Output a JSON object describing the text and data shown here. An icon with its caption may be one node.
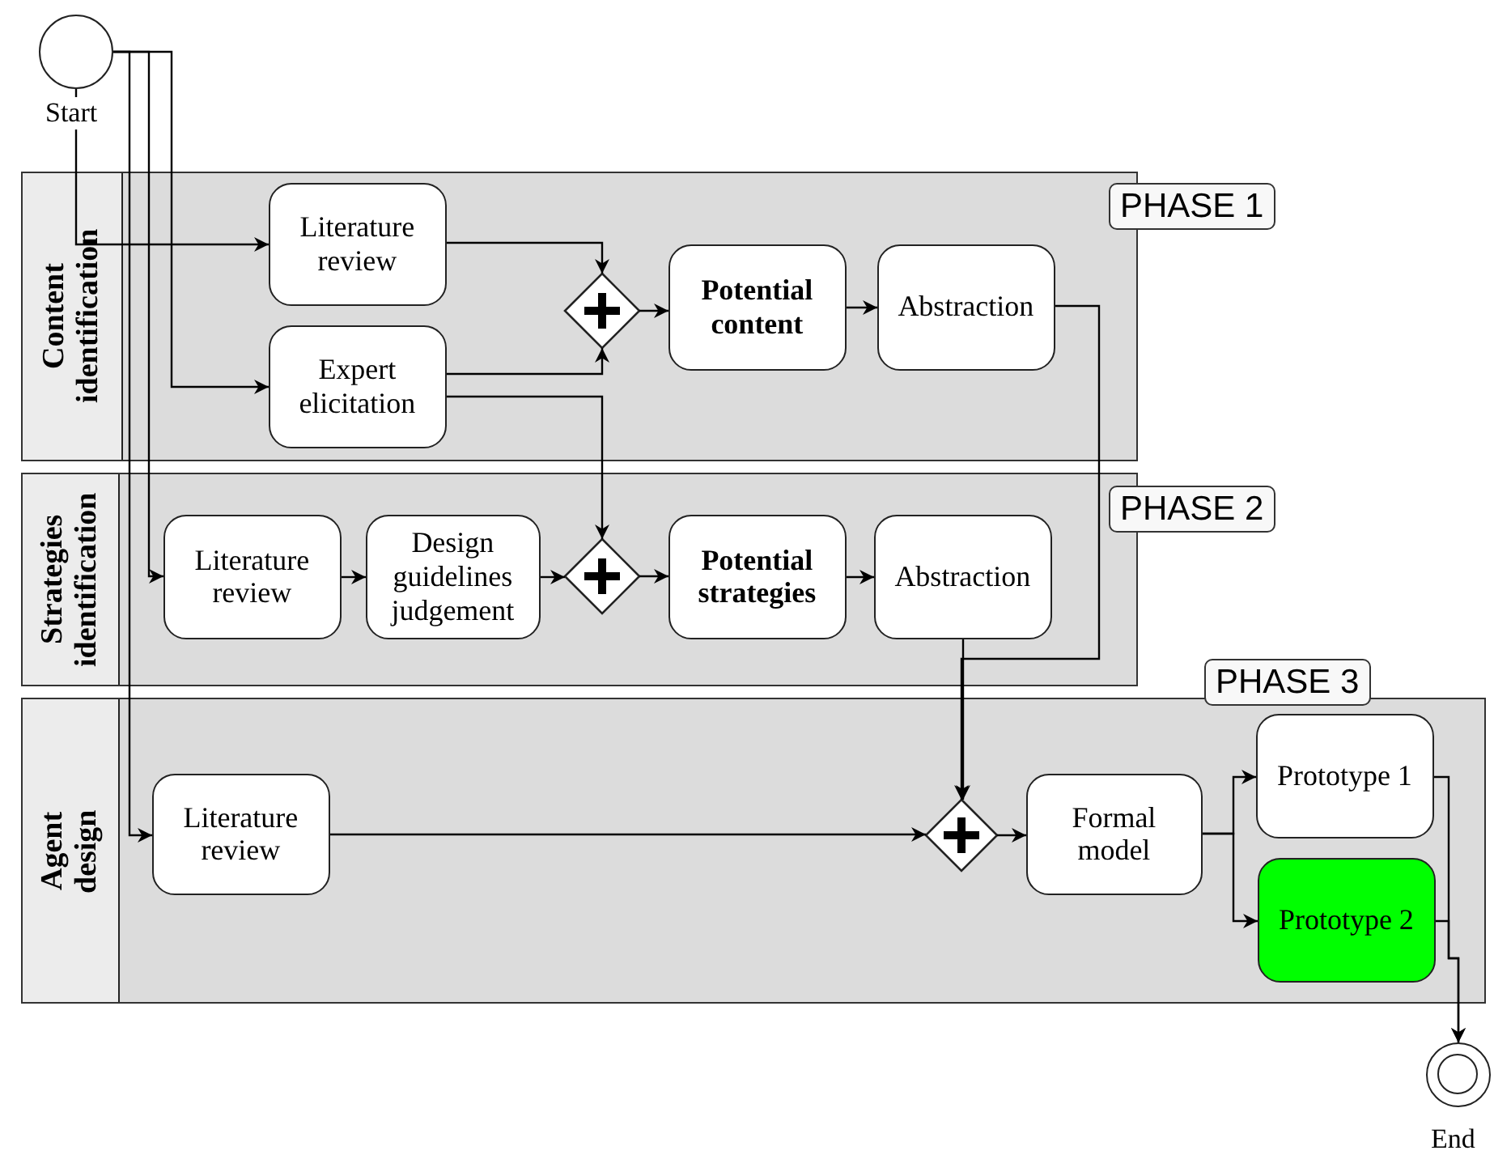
{
  "diagram": {
    "nodes": [
      {
        "text": [],
        "shape": "circle",
        "beside": [
          "Start"
        ]
      },
      {
        "text": [
          "Content identification"
        ],
        "beside": [
          "PHASE 1"
        ]
      },
      {
        "text": [
          "Literature review"
        ],
        "in": 1
      },
      {
        "text": [
          "Expert elicitation"
        ],
        "in": 1
      },
      {
        "text": [],
        "shape": "diamond",
        "in": 1
      },
      {
        "text": [
          "Potential content"
        ],
        "in": 1
      },
      {
        "text": [
          "Abstraction"
        ],
        "in": 1
      },
      {
        "text": [
          "Strategies identification"
        ],
        "beside": [
          "PHASE 2"
        ]
      },
      {
        "text": [
          "Literature review"
        ],
        "in": 7
      },
      {
        "text": [
          "Design guidelines judgement"
        ],
        "in": 7
      },
      {
        "text": [],
        "shape": "diamond",
        "in": 7
      },
      {
        "text": [
          "Potential strategies"
        ],
        "in": 7
      },
      {
        "text": [
          "Abstraction"
        ],
        "in": 7
      },
      {
        "text": [
          "Agent design"
        ],
        "beside": [
          "PHASE 3"
        ]
      },
      {
        "text": [
          "Literature review"
        ],
        "in": 13
      },
      {
        "text": [],
        "shape": "diamond",
        "in": 13
      },
      {
        "text": [
          "Formal model"
        ],
        "in": 13
      },
      {
        "text": [
          "Prototype 1"
        ],
        "in": 13
      },
      {
        "text": [
          "Prototype 2"
        ],
        "in": 13
      },
      {
        "text": [],
        "shape": "ring",
        "beside": [
          "End"
        ]
      }
    ],
    "edges": [
      {
        "from": 0,
        "to": 2,
        "arrow": "to"
      },
      {
        "from": 0,
        "to": 3,
        "arrow": "to"
      },
      {
        "from": 0,
        "to": 8,
        "arrow": "to"
      },
      {
        "from": 0,
        "to": 14,
        "arrow": "to"
      },
      {
        "from": 2,
        "to": 4,
        "arrow": "to"
      },
      {
        "from": 3,
        "to": 4,
        "arrow": "to"
      },
      {
        "from": 3,
        "to": 10,
        "arrow": "to"
      },
      {
        "from": 4,
        "to": 5,
        "arrow": "to"
      },
      {
        "from": 5,
        "to": 6,
        "arrow": "to"
      },
      {
        "from": 6,
        "to": 15,
        "arrow": "to"
      },
      {
        "from": 8,
        "to": 9,
        "arrow": "to"
      },
      {
        "from": 9,
        "to": 10,
        "arrow": "to"
      },
      {
        "from": 10,
        "to": 11,
        "arrow": "to"
      },
      {
        "from": 11,
        "to": 12,
        "arrow": "to"
      },
      {
        "from": 12,
        "to": 15,
        "arrow": "to"
      },
      {
        "from": 14,
        "to": 15,
        "arrow": "to"
      },
      {
        "from": 15,
        "to": 16,
        "arrow": "to"
      },
      {
        "from": 16,
        "to": 17,
        "arrow": "to"
      },
      {
        "from": 16,
        "to": 18,
        "arrow": "to"
      },
      {
        "from": 17,
        "to": 19,
        "arrow": "to"
      },
      {
        "from": 18,
        "to": 19,
        "arrow": "to"
      }
    ]
  }
}
